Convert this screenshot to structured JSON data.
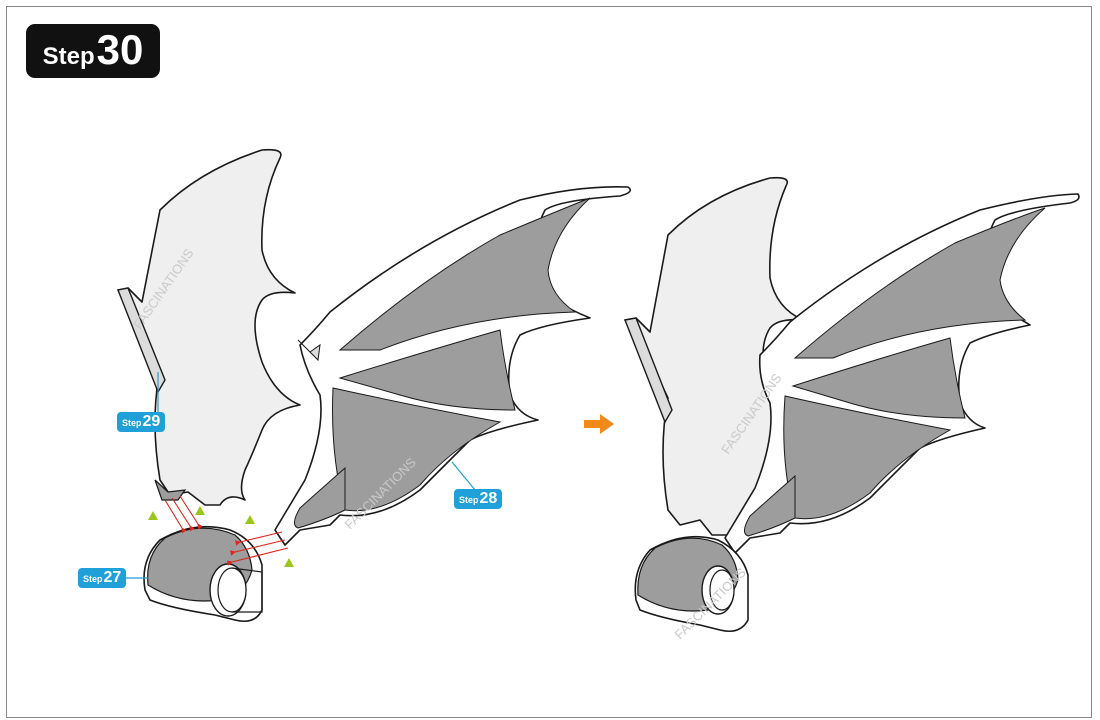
{
  "step": {
    "word": "Step",
    "number": "30"
  },
  "callouts": [
    {
      "word": "Step",
      "number": "29"
    },
    {
      "word": "Step",
      "number": "28"
    },
    {
      "word": "Step",
      "number": "27"
    }
  ],
  "watermark": "FASCINATIONS",
  "colors": {
    "badge": "#111111",
    "callout": "#1fa0d8",
    "arrow": "#f08a1c",
    "guide_triangle": "#9ac61c",
    "insert_arrow": "#e0261d",
    "membrane_light": "#efefef",
    "membrane_dark": "#9d9d9d"
  },
  "icons": [
    "next-arrow-icon",
    "triangle-marker-icon",
    "insertion-arrow-icon"
  ]
}
